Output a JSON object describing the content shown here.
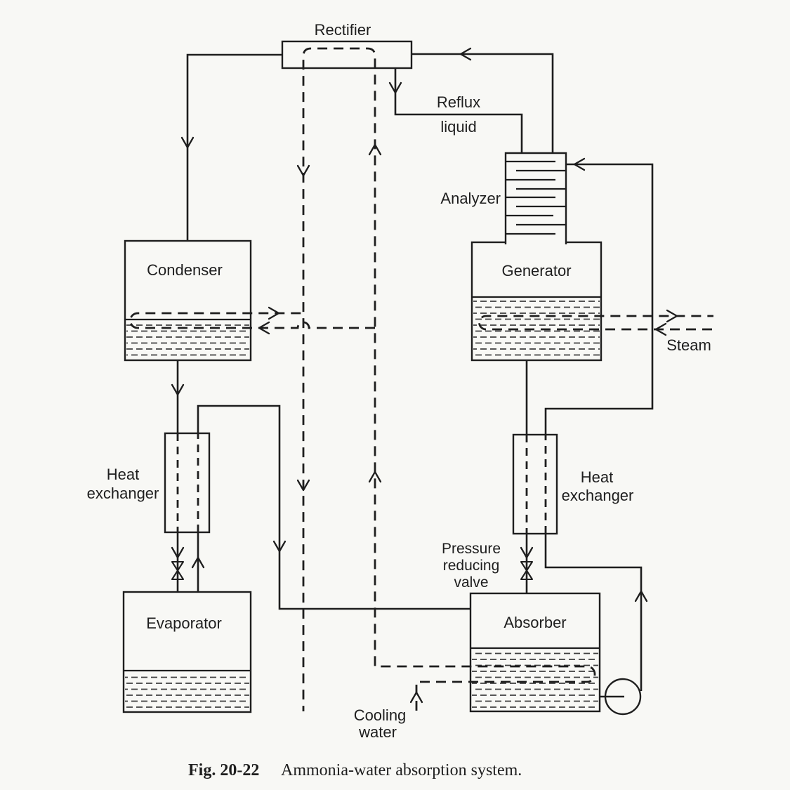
{
  "figure": {
    "caption": {
      "fig_label": "Fig. 20-22",
      "text": "Ammonia-water absorption system."
    }
  },
  "diagram": {
    "components": {
      "rectifier": "Rectifier",
      "analyzer": "Analyzer",
      "generator": "Generator",
      "condenser": "Condenser",
      "evaporator": "Evaporator",
      "absorber": "Absorber",
      "heat_exchanger_left": {
        "line1": "Heat",
        "line2": "exchanger"
      },
      "heat_exchanger_right": {
        "line1": "Heat",
        "line2": "exchanger"
      },
      "pressure_reducing_valve": {
        "line1": "Pressure",
        "line2": "reducing",
        "line3": "valve"
      }
    },
    "streams": {
      "reflux_liquid": {
        "line1": "Reflux",
        "line2": "liquid"
      },
      "steam": "Steam",
      "cooling_water": {
        "line1": "Cooling",
        "line2": "water"
      }
    },
    "colors": {
      "paper": "#f8f8f5",
      "ink": "#1e1e1e",
      "hatch": "#3f3f3f"
    }
  }
}
